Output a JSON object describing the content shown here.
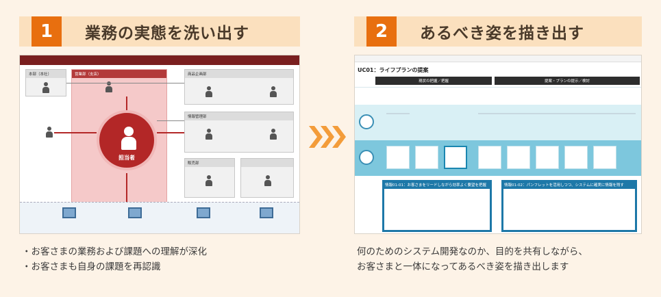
{
  "colors": {
    "accent": "#e86f0f",
    "header_bg": "#fbe0be",
    "page_bg": "#fdf3e7",
    "chevron": "#f39c3a"
  },
  "steps": [
    {
      "number": "1",
      "title": "業務の実態を洗い出す",
      "captions": [
        "・お客さまの業務および課題への理解が深化",
        "・お客さまも自身の課題を再認識"
      ],
      "diagram": {
        "hub_label": "担当者",
        "section_title": "営業部（支店）",
        "other_sections": [
          "本部（本社）",
          "商品企画部",
          "情報管理部",
          "販売部"
        ]
      }
    },
    {
      "number": "2",
      "title": "あるべき姿を描き出す",
      "captions": [
        "何のためのシステム開発なのか、目的を共有しながら、",
        "お客さまと一体になってあるべき姿を描き出します"
      ],
      "diagram": {
        "uc_title": "UC01：ライフプランの提案",
        "phase_labels": [
          "現状の把握／把握",
          "提案・プランの提示／検討"
        ],
        "note_left": "情報01-01：お客さまをリードしながら効率よく要望を把握",
        "note_right": "情報01-02：パンフレットを活用しつつ、システムに確実に情報を残す"
      }
    }
  ],
  "icons": {
    "chevron": "triple-chevron-right-icon"
  }
}
